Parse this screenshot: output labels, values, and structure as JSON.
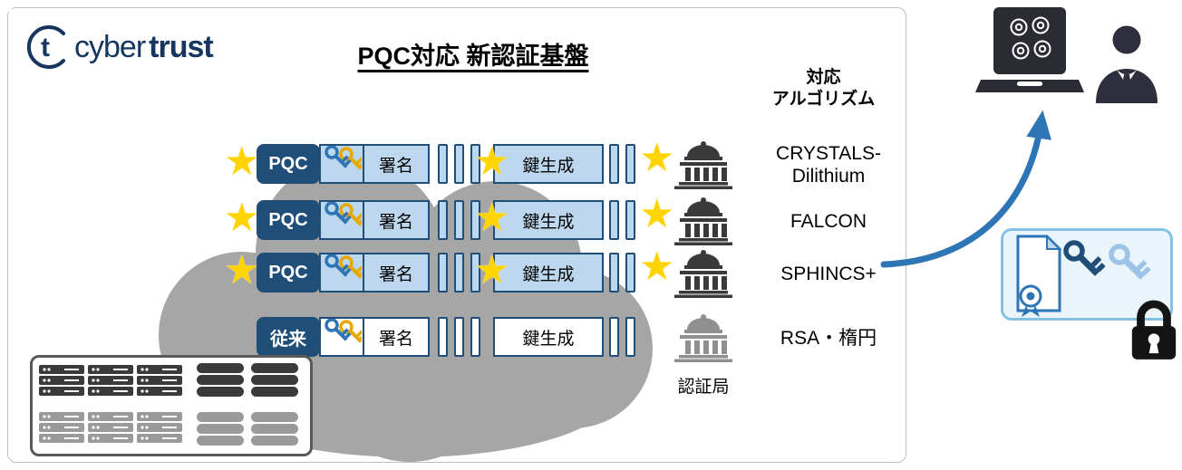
{
  "colors": {
    "dark_blue": "#1F4E79",
    "light_blue_fill": "#BDD7EE",
    "accent_blue": "#2E75B6",
    "star_yellow": "#FFD400",
    "cloud_gray": "#A6A6A6",
    "building_dark": "#3A3A3A",
    "building_gray": "#8F8F8F",
    "gold_key": "#E8A800"
  },
  "logo": {
    "mark": "t",
    "name_regular": "cyber",
    "name_bold": "trust"
  },
  "title": "PQC対応 新認証基盤",
  "algo_header": {
    "line1": "対応",
    "line2": "アルゴリズム"
  },
  "icons": {
    "star": "★"
  },
  "rows": [
    {
      "tag": "PQC",
      "sign_label": "署名",
      "keygen_label": "鍵生成",
      "algo_line1": "CRYSTALS-",
      "algo_line2": "Dilithium"
    },
    {
      "tag": "PQC",
      "sign_label": "署名",
      "keygen_label": "鍵生成",
      "algo_line1": "FALCON",
      "algo_line2": ""
    },
    {
      "tag": "PQC",
      "sign_label": "署名",
      "keygen_label": "鍵生成",
      "algo_line1": "SPHINCS+",
      "algo_line2": ""
    },
    {
      "tag": "従来",
      "sign_label": "署名",
      "keygen_label": "鍵生成",
      "algo_line1": "RSA・楕円",
      "algo_line2": ""
    }
  ],
  "ca_label": "認証局"
}
